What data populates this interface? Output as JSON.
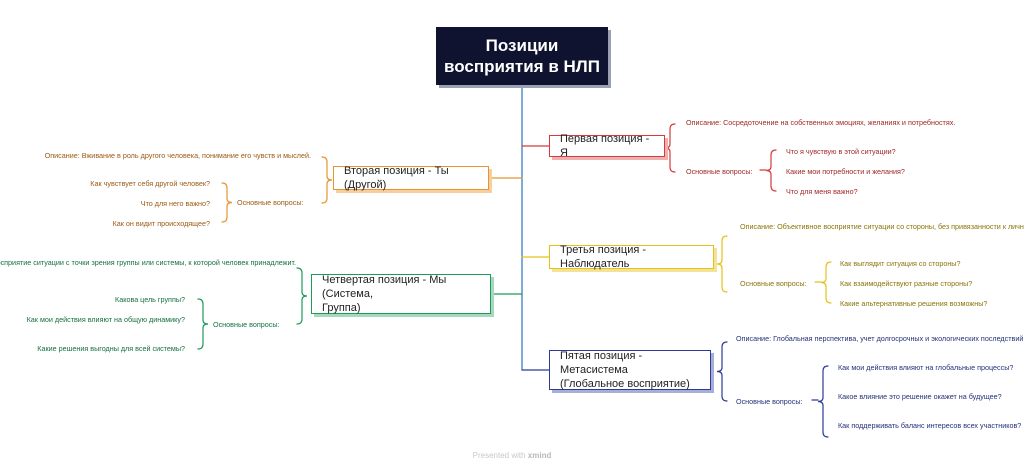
{
  "central": {
    "title_line1": "Позиции",
    "title_line2": "восприятия в НЛП"
  },
  "colors": {
    "central": "#0f1330",
    "first": "#d63b3b",
    "second": "#e8932f",
    "third": "#e5c21a",
    "fourth": "#1e9a5b",
    "fifth": "#2c3b96",
    "trunk": "#3a7fc0"
  },
  "first": {
    "label": "Первая позиция - Я",
    "desc_line1": "Описание: Сосредоточение на собственных",
    "desc_line2": "эмоциях, желаниях и потребностях.",
    "questions_label": "Основные вопросы:",
    "q1": "Что я чувствую в этой ситуации?",
    "q2": "Какие мои потребности и желания?",
    "q3": "Что для меня важно?"
  },
  "second": {
    "label": "Вторая позиция - Ты (Другой)",
    "desc_line1": "Описание: Вживание в роль другого",
    "desc_line2": "человека, понимание его чувств и мыслей.",
    "questions_label": "Основные вопросы:",
    "q1": "Как чувствует себя другой человек?",
    "q2": "Что для него важно?",
    "q3": "Как он видит происходящее?"
  },
  "third": {
    "label": "Третья позиция - Наблюдатель",
    "desc_line1": "Описание: Объективное восприятие",
    "desc_line2": "ситуации со стороны, без привязанности к",
    "desc_line3": "личным эмоциям.",
    "questions_label": "Основные вопросы:",
    "q1": "Как выглядит ситуация со стороны?",
    "q2": "Как взаимодействуют разные стороны?",
    "q3": "Какие альтернативные решения возможны?"
  },
  "fourth": {
    "label_line1": "Четвертая позиция - Мы (Система,",
    "label_line2": "Группа)",
    "desc_line1": "Описание: Восприятие ситуации с точки",
    "desc_line2": "зрения группы или системы, к которой",
    "desc_line3": "человек принадлежит.",
    "questions_label": "Основные вопросы:",
    "q1": "Какова цель группы?",
    "q2_line1": "Как мои действия влияют на общую",
    "q2_line2": "динамику?",
    "q3": "Какие решения выгодны для всей системы?"
  },
  "fifth": {
    "label_line1": "Пятая позиция - Метасистема",
    "label_line2": "(Глобальное восприятие)",
    "desc_line1": "Описание: Глобальная перспектива, учет",
    "desc_line2": "долгосрочных и экологических последствий.",
    "questions_label": "Основные вопросы:",
    "q1_line1": "Как мои действия влияют на глобальные",
    "q1_line2": "процессы?",
    "q2_line1": "Какое влияние это решение окажет на",
    "q2_line2": "будущее?",
    "q3_line1": "Как поддерживать баланс интересов всех",
    "q3_line2": "участников?"
  },
  "footer": {
    "prefix": "Presented with",
    "brand": "xmind"
  }
}
